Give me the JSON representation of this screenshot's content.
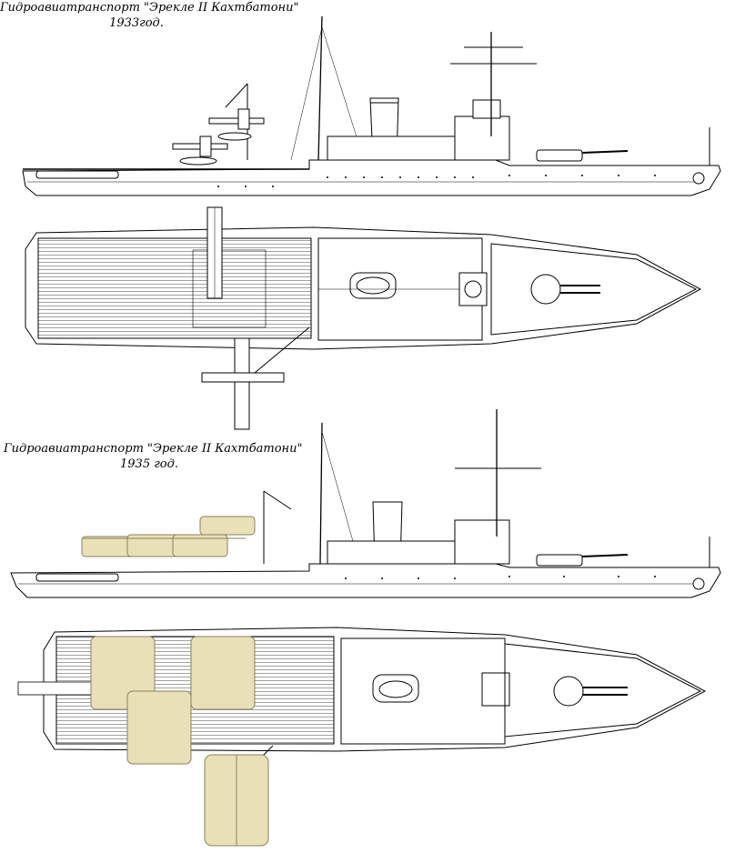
{
  "captions": [
    {
      "title": "Гидроавиатранспорт \"Эрекле II Кахтбатони\"",
      "year": "1933год."
    },
    {
      "title": "Гидроавиатранспорт \"Эрекле II Кахтбатони\"",
      "year": "1935 год."
    }
  ],
  "colors": {
    "line": "#000000",
    "hull": "#ffffff",
    "deck_planking": "#9a9a9a",
    "aircraft_1935": "#e9e0b8"
  }
}
